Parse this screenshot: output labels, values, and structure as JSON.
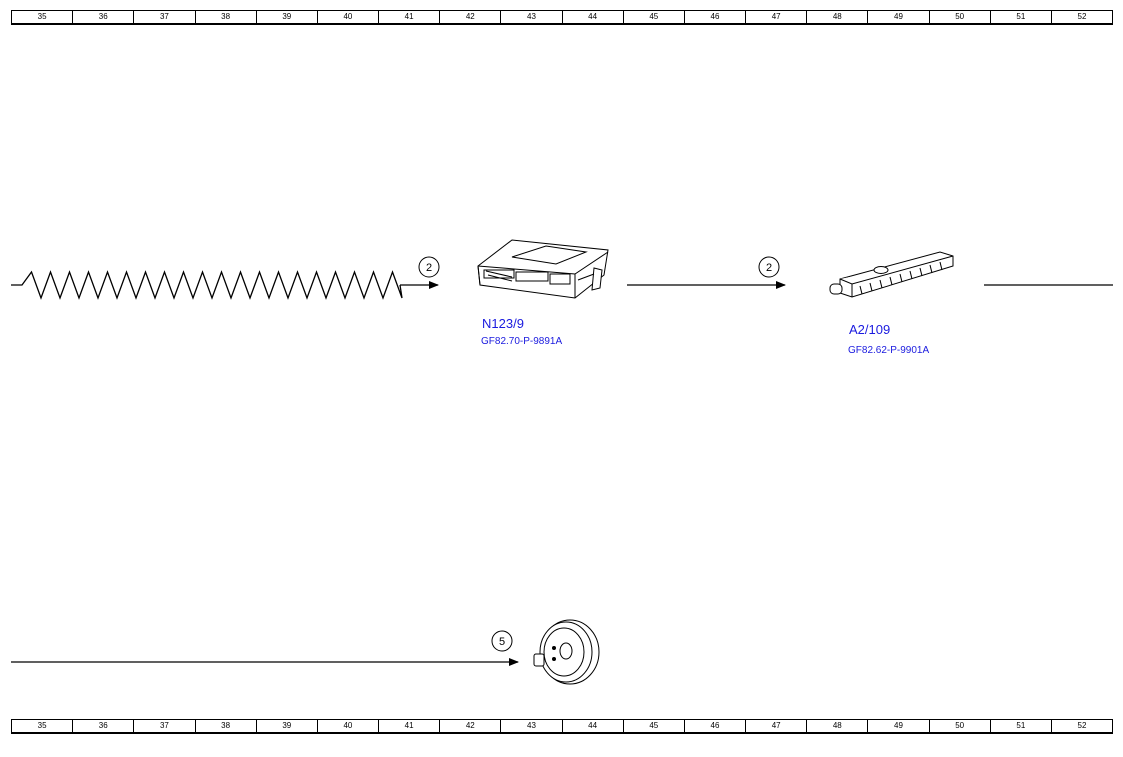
{
  "ruler": {
    "columns": [
      "35",
      "36",
      "37",
      "38",
      "39",
      "40",
      "41",
      "42",
      "43",
      "44",
      "45",
      "46",
      "47",
      "48",
      "49",
      "50",
      "51",
      "52"
    ]
  },
  "markers": {
    "marker_1": "2",
    "marker_2": "2",
    "marker_3": "5"
  },
  "components": {
    "n123": {
      "code": "N123/9",
      "doc_link": "GF82.70-P-9891A"
    },
    "a2": {
      "code": "A2/109",
      "doc_link": "GF82.62-P-9901A"
    }
  },
  "colors": {
    "label_blue": "#1a1adf",
    "line": "#000000"
  }
}
